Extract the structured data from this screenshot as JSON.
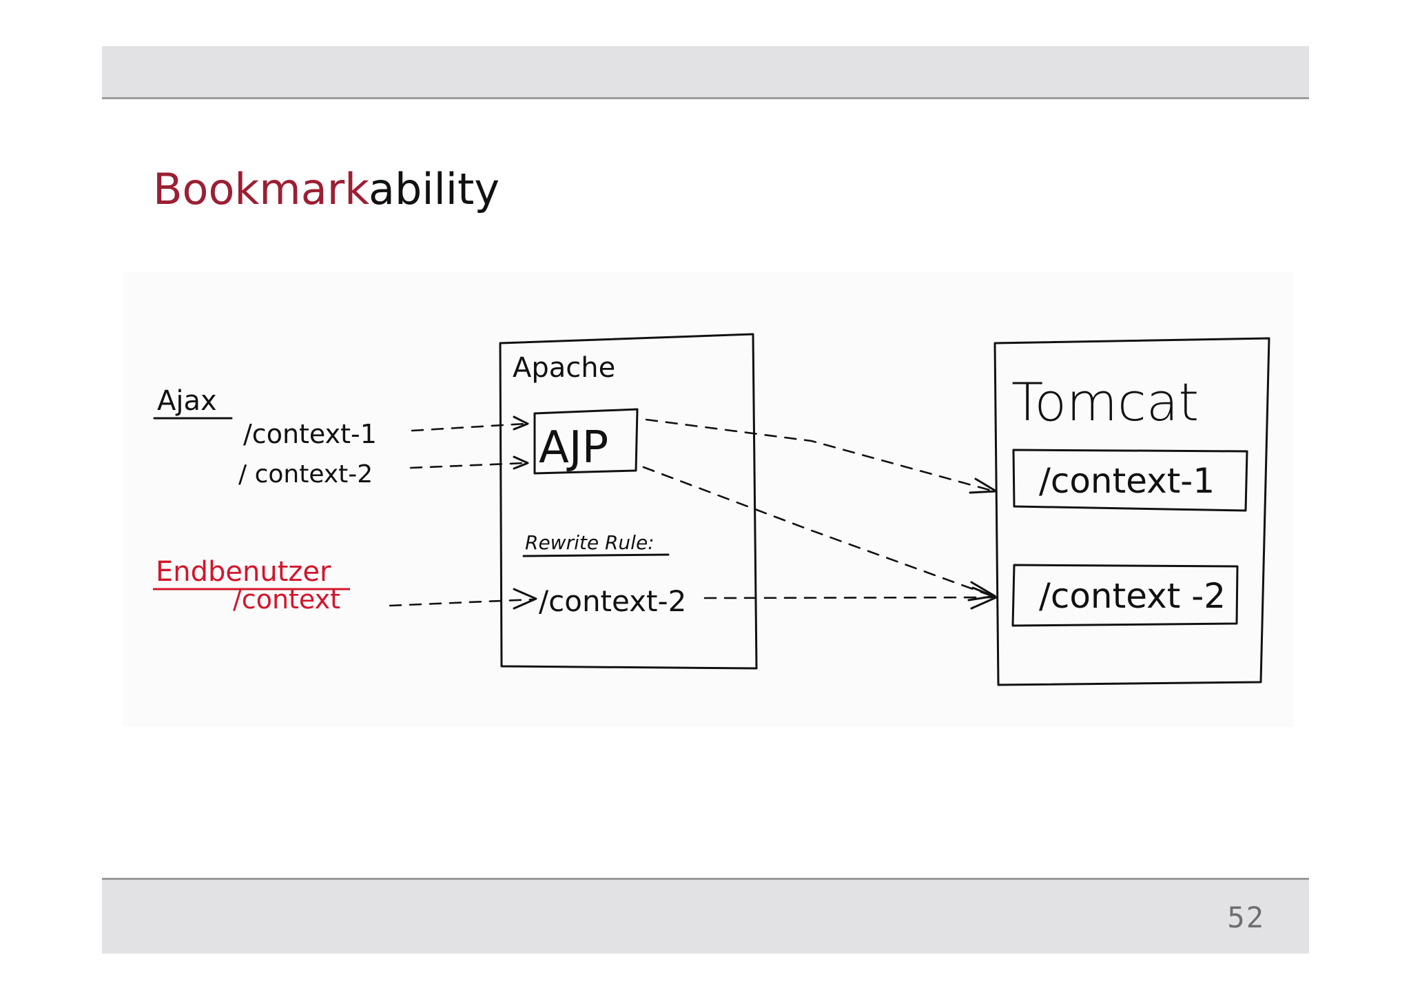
{
  "slide": {
    "title_accent": "Bookmark",
    "title_rest": "ability",
    "page_number": "52"
  },
  "diagram": {
    "ajax_label": "Ajax",
    "ajax_context_1": "/context-1",
    "ajax_context_2": "/ context-2",
    "enduser_label": "Endbenutzer",
    "enduser_context": "/context",
    "apache_label": "Apache",
    "ajp_label": "AJP",
    "rewrite_label": "Rewrite Rule:",
    "rewrite_target": "/context-2",
    "tomcat_label": "Tomcat",
    "tomcat_context_1": "/context-1",
    "tomcat_context_2": "/context -2"
  }
}
